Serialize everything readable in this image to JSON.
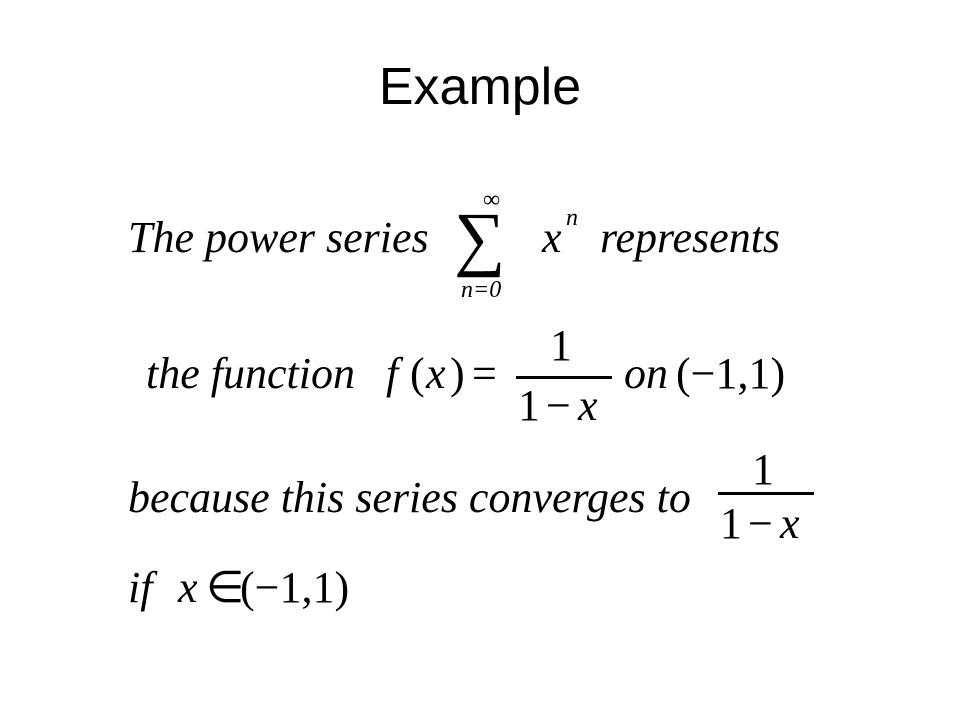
{
  "slide": {
    "title": "Example"
  },
  "lines": {
    "line1": {
      "text_a": "The power series",
      "sum_symbol": "∑",
      "sum_upper": "∞",
      "sum_lower": "n=0",
      "base": "x",
      "exponent": "n",
      "text_b": "represents"
    },
    "line2": {
      "text_a": "the function",
      "fname": "f",
      "arg_open": "(",
      "arg": "x",
      "arg_close": ")",
      "equals": "=",
      "num": "1",
      "den_one": "1",
      "den_minus": "−",
      "den_x": "x",
      "text_on": "on",
      "interval": "(−1,1)"
    },
    "line3": {
      "text_a": "because this series converges to",
      "num": "1",
      "den_one": "1",
      "den_minus": "−",
      "den_x": "x"
    },
    "line4": {
      "text_if": "if",
      "var": "x",
      "elem": "∈",
      "interval": "(−1,1)"
    }
  }
}
